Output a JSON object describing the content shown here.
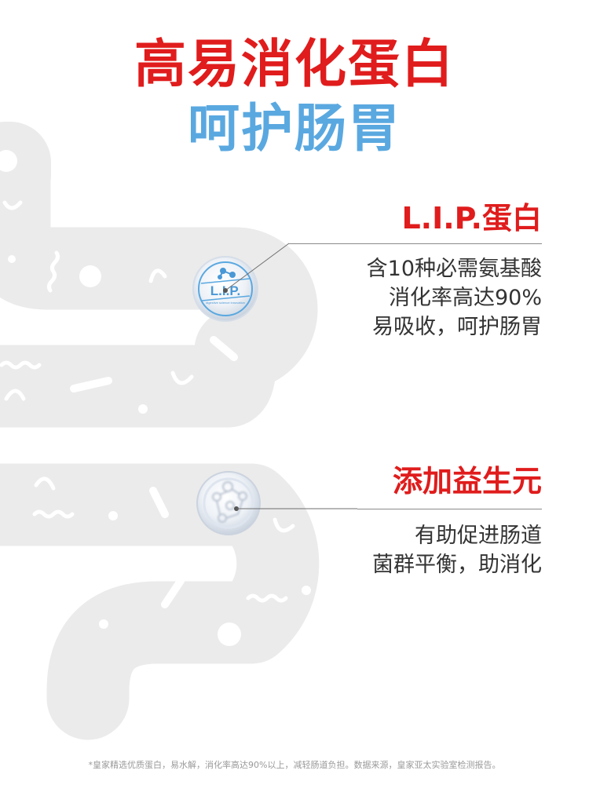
{
  "header": {
    "title_line1": "高易消化蛋白",
    "title_line2": "呵护肠胃",
    "title_line1_color": "#e01c1c",
    "title_line2_color": "#5aa8e0"
  },
  "features": [
    {
      "title": "L.I.P.蛋白",
      "title_color": "#e01c1c",
      "icon": "lip-protein-bubble-icon",
      "icon_label": "L.I.P.",
      "icon_sublabel": "digestive science innovation",
      "description": [
        "含10种必需氨基酸",
        "消化率高达90%",
        "易吸收，呵护肠胃"
      ]
    },
    {
      "title": "添加益生元",
      "title_color": "#e01c1c",
      "icon": "prebiotic-molecule-bubble-icon",
      "description": [
        "有助促进肠道",
        "菌群平衡，助消化"
      ]
    }
  ],
  "footnote": "*皇家精选优质蛋白，易水解，消化率高达90%以上，减轻肠道负担。数据来源，皇家亚太实验室检测报告。",
  "colors": {
    "intestine_fill": "#ebebeb",
    "decoration": "#ffffff",
    "text_dark": "#333333",
    "leader_line": "#8a8a8a"
  }
}
